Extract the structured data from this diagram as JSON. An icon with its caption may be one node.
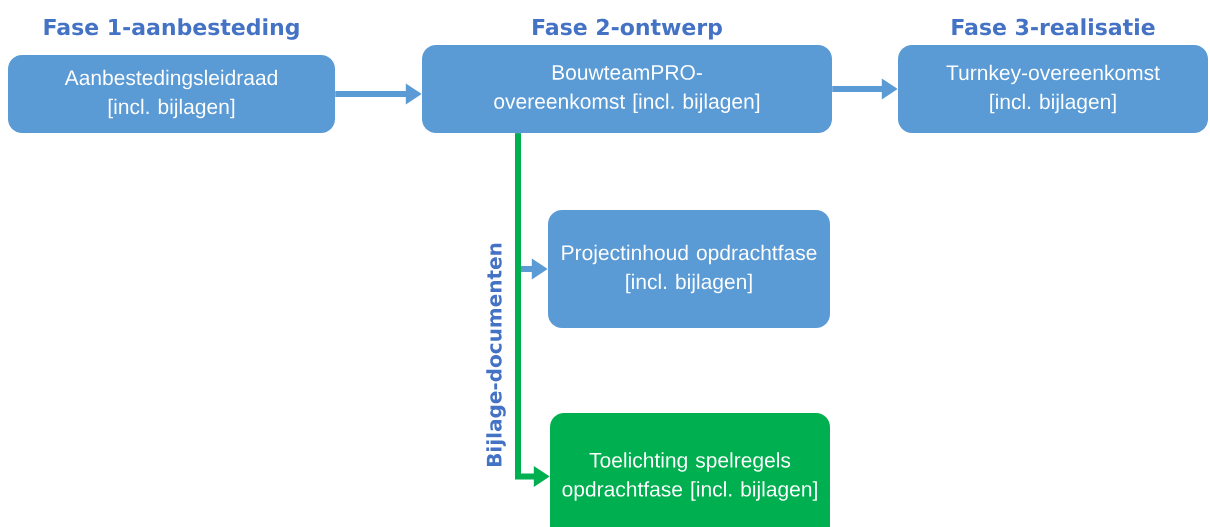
{
  "diagram": {
    "nodes": [
      {
        "text": [
          "Fase 1-aanbesteding",
          "Aanbestedingsleidraad [incl. bijlagen]"
        ]
      },
      {
        "text": [
          "Fase 2-ontwerp",
          "BouwteamPRO-overeenkomst [incl. bijlagen]"
        ]
      },
      {
        "text": [
          "Fase 3-realisatie",
          "Turnkey-overeenkomst [incl. bijlagen]"
        ]
      },
      {
        "text": [
          "Projectinhoud opdrachtfase [incl. bijlagen]"
        ]
      },
      {
        "text": [
          "Toelichting spelregels opdrachtfase [incl. bijlagen]"
        ]
      }
    ],
    "edges": [
      {
        "from": 0,
        "to": 1,
        "arrow": "to"
      },
      {
        "from": 1,
        "to": 2,
        "arrow": "to"
      },
      {
        "from": 1,
        "to": 3,
        "arrow": "to"
      },
      {
        "from": 1,
        "to": 4,
        "arrow": "to",
        "label": "Bijlage-documenten",
        "color": "#00b050"
      }
    ]
  }
}
